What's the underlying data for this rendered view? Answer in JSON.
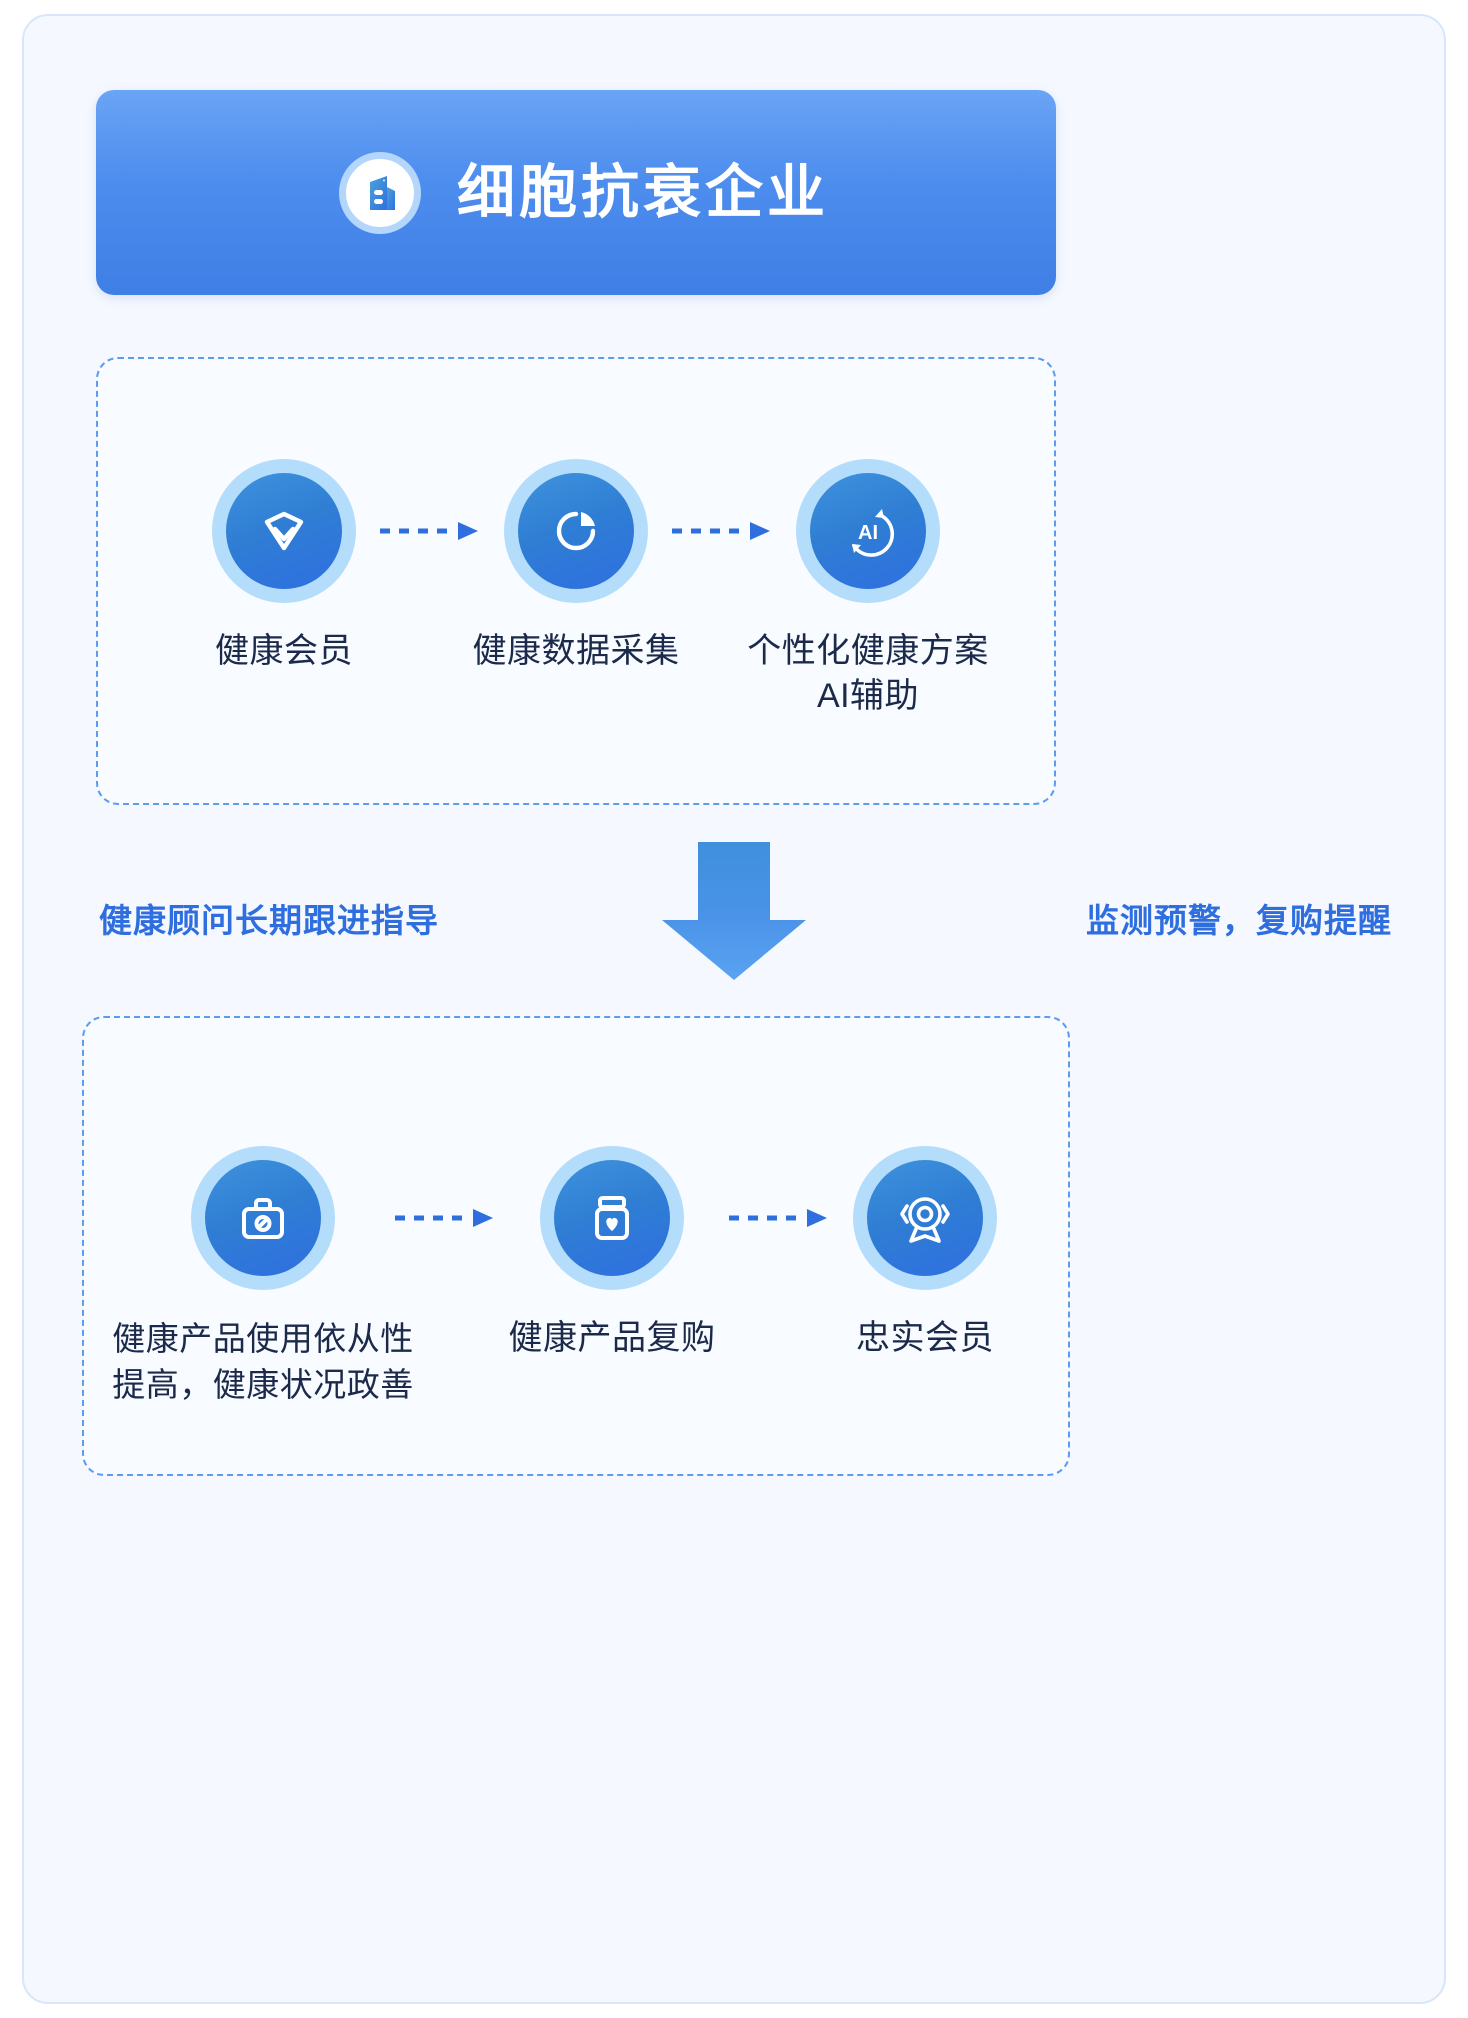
{
  "header": {
    "title": "细胞抗衰企业",
    "icon": "company-building-icon",
    "gradient_from": "#6aa4f5",
    "gradient_to": "#3f7fe6"
  },
  "theme": {
    "page_bg": "#f5f8fe",
    "panel_bg": "#f8fbff",
    "panel_border": "#5b9bf0",
    "accent": "#2f6ede",
    "circle_ring": "#b3ddfb",
    "circle_core_from": "#3f93dd",
    "circle_core_to": "#2f6fe0",
    "label_text": "#1b2a4a"
  },
  "top_flow": {
    "nodes": [
      {
        "label": "健康会员",
        "icon": "diamond-gem-icon"
      },
      {
        "label": "健康数据采集",
        "icon": "pie-chart-icon"
      },
      {
        "label": "个性化健康方案\nAI辅助",
        "icon": "ai-circle-icon"
      }
    ],
    "connector_icon": "dashed-arrow-right-icon"
  },
  "middle": {
    "left_text": "健康顾问长期跟进指导",
    "right_text": "监测预警，复购提醒",
    "arrow_icon": "down-arrow-icon"
  },
  "bottom_flow": {
    "nodes": [
      {
        "label": "健康产品使用依从性\n提高，健康状况政善",
        "icon": "medicine-case-icon"
      },
      {
        "label": "健康产品复购",
        "icon": "supplement-bottle-icon"
      },
      {
        "label": "忠实会员",
        "icon": "award-medal-icon"
      }
    ],
    "connector_icon": "dashed-arrow-right-icon"
  }
}
